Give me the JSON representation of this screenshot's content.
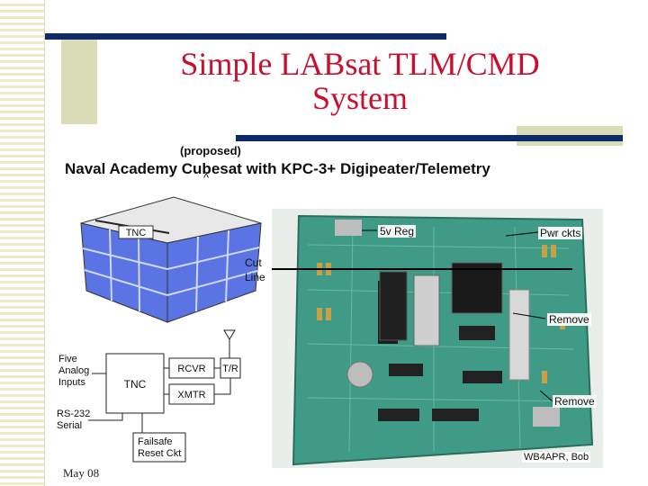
{
  "slide": {
    "title_line1": "Simple LABsat TLM/CMD",
    "title_line2": "System",
    "footer": "May 08"
  },
  "figure": {
    "proposed_label": "(proposed)",
    "heading": "Naval Academy Cubesat with KPC-3+ Digipeater/Telemetry",
    "cube_label": "TNC",
    "inputs_label": [
      "Five",
      "Analog",
      "Inputs"
    ],
    "serial_label": [
      "RS-232",
      "Serial"
    ],
    "tnc_box": "TNC",
    "rcvr_box": "RCVR",
    "tr_box": "T/R",
    "xmtr_box": "XMTR",
    "failsafe_box": [
      "Failsafe",
      "Reset Ckt"
    ],
    "cut_line_label": [
      "Cut",
      "Line"
    ],
    "board_labels": {
      "reg": "5v Reg",
      "pwr": "Pwr ckts",
      "remove1": "Remove",
      "remove2": "Remove",
      "credit": "WB4APR, Bob"
    }
  },
  "colors": {
    "title": "#c8102e",
    "accent_bar": "#0d2a6b",
    "stripe": "#e9ebc9",
    "board_green": "#3f9a86"
  }
}
